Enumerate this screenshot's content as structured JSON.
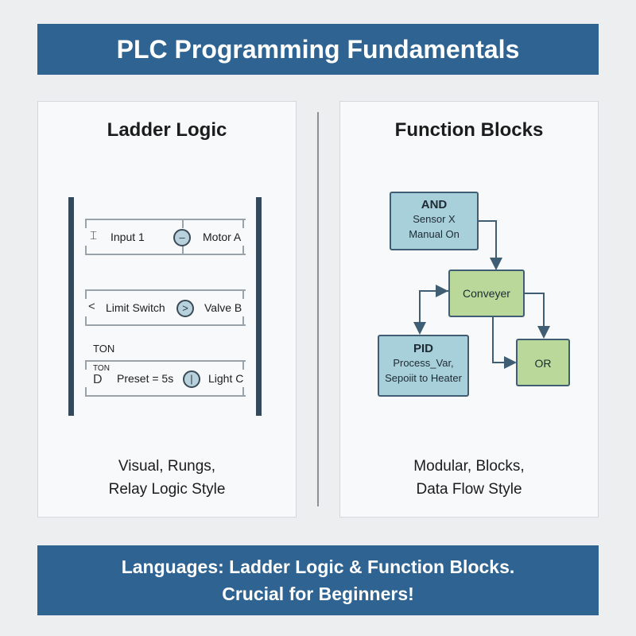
{
  "header": {
    "title": "PLC Programming Fundamentals"
  },
  "ladder": {
    "title": "Ladder Logic",
    "rungs": [
      {
        "contact_icon": "normally-open-contact-icon",
        "input": "Input 1",
        "coil_icon": "coil-icon",
        "coil_symbol": "–",
        "output": "Motor A"
      },
      {
        "contact_icon": "limit-contact-icon",
        "contact_symbol": "<",
        "input": "Limit Switch",
        "coil_icon": "coil-icon",
        "coil_symbol": ">",
        "output": "Valve B"
      },
      {
        "block_label": "TON",
        "inner_label": "TON",
        "contact_icon": "timer-contact-icon",
        "input": "Preset = 5s",
        "coil_icon": "coil-icon",
        "coil_symbol": "|",
        "output": "Light C"
      }
    ],
    "caption": [
      "Visual, Rungs,",
      "Relay Logic Style"
    ]
  },
  "function_blocks": {
    "title": "Function Blocks",
    "blocks": [
      {
        "name": "AND",
        "lines": [
          "Sensor X",
          "Manual On"
        ]
      },
      {
        "name": "",
        "lines": [
          "Conveyer"
        ]
      },
      {
        "name": "PID",
        "lines": [
          "Process_Var,",
          "Sepoiit to Heater"
        ]
      },
      {
        "name": "",
        "lines": [
          "OR"
        ]
      }
    ],
    "caption": [
      "Modular, Blocks,",
      "Data Flow Style"
    ]
  },
  "footer": {
    "lines": [
      "Languages: Ladder Logic & Function Blocks.",
      "Crucial for Beginners!"
    ]
  },
  "colors": {
    "banner": "#2f6492",
    "rail": "#34495a",
    "block_blue": "#a8d0da",
    "block_green": "#b9d89a"
  }
}
